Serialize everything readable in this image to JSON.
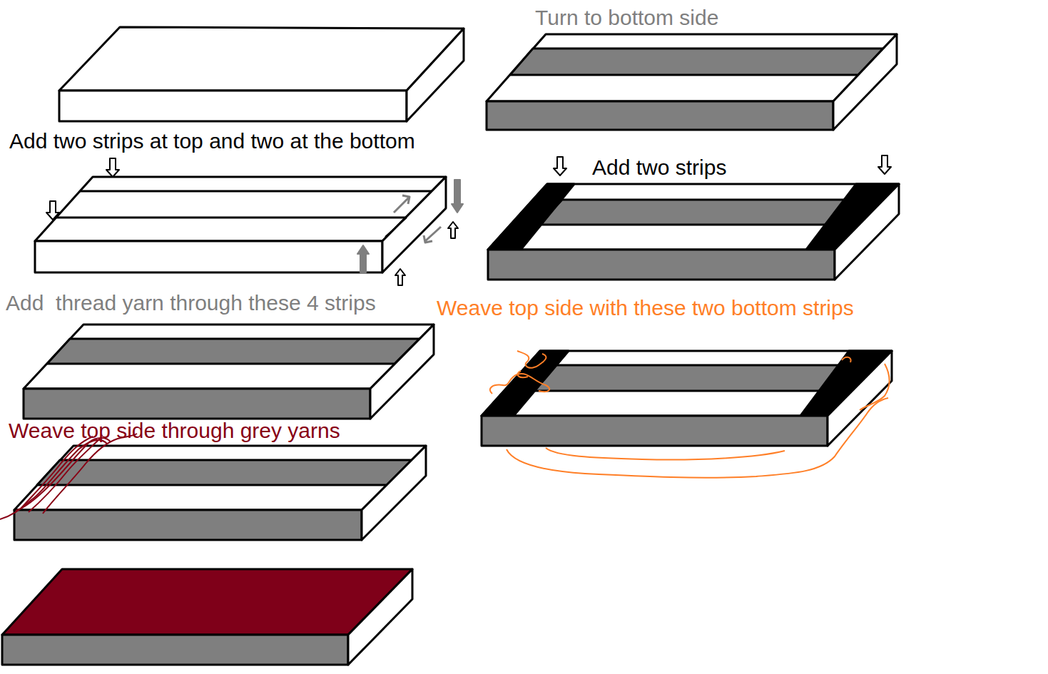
{
  "diagram": {
    "labels": [
      "Add two strips at top and two at the bottom",
      "Add  thread yarn through these 4 strips",
      "Weave top side through grey yarns",
      "Turn to bottom side",
      "Add two strips",
      "Weave top side with these two bottom strips"
    ]
  }
}
